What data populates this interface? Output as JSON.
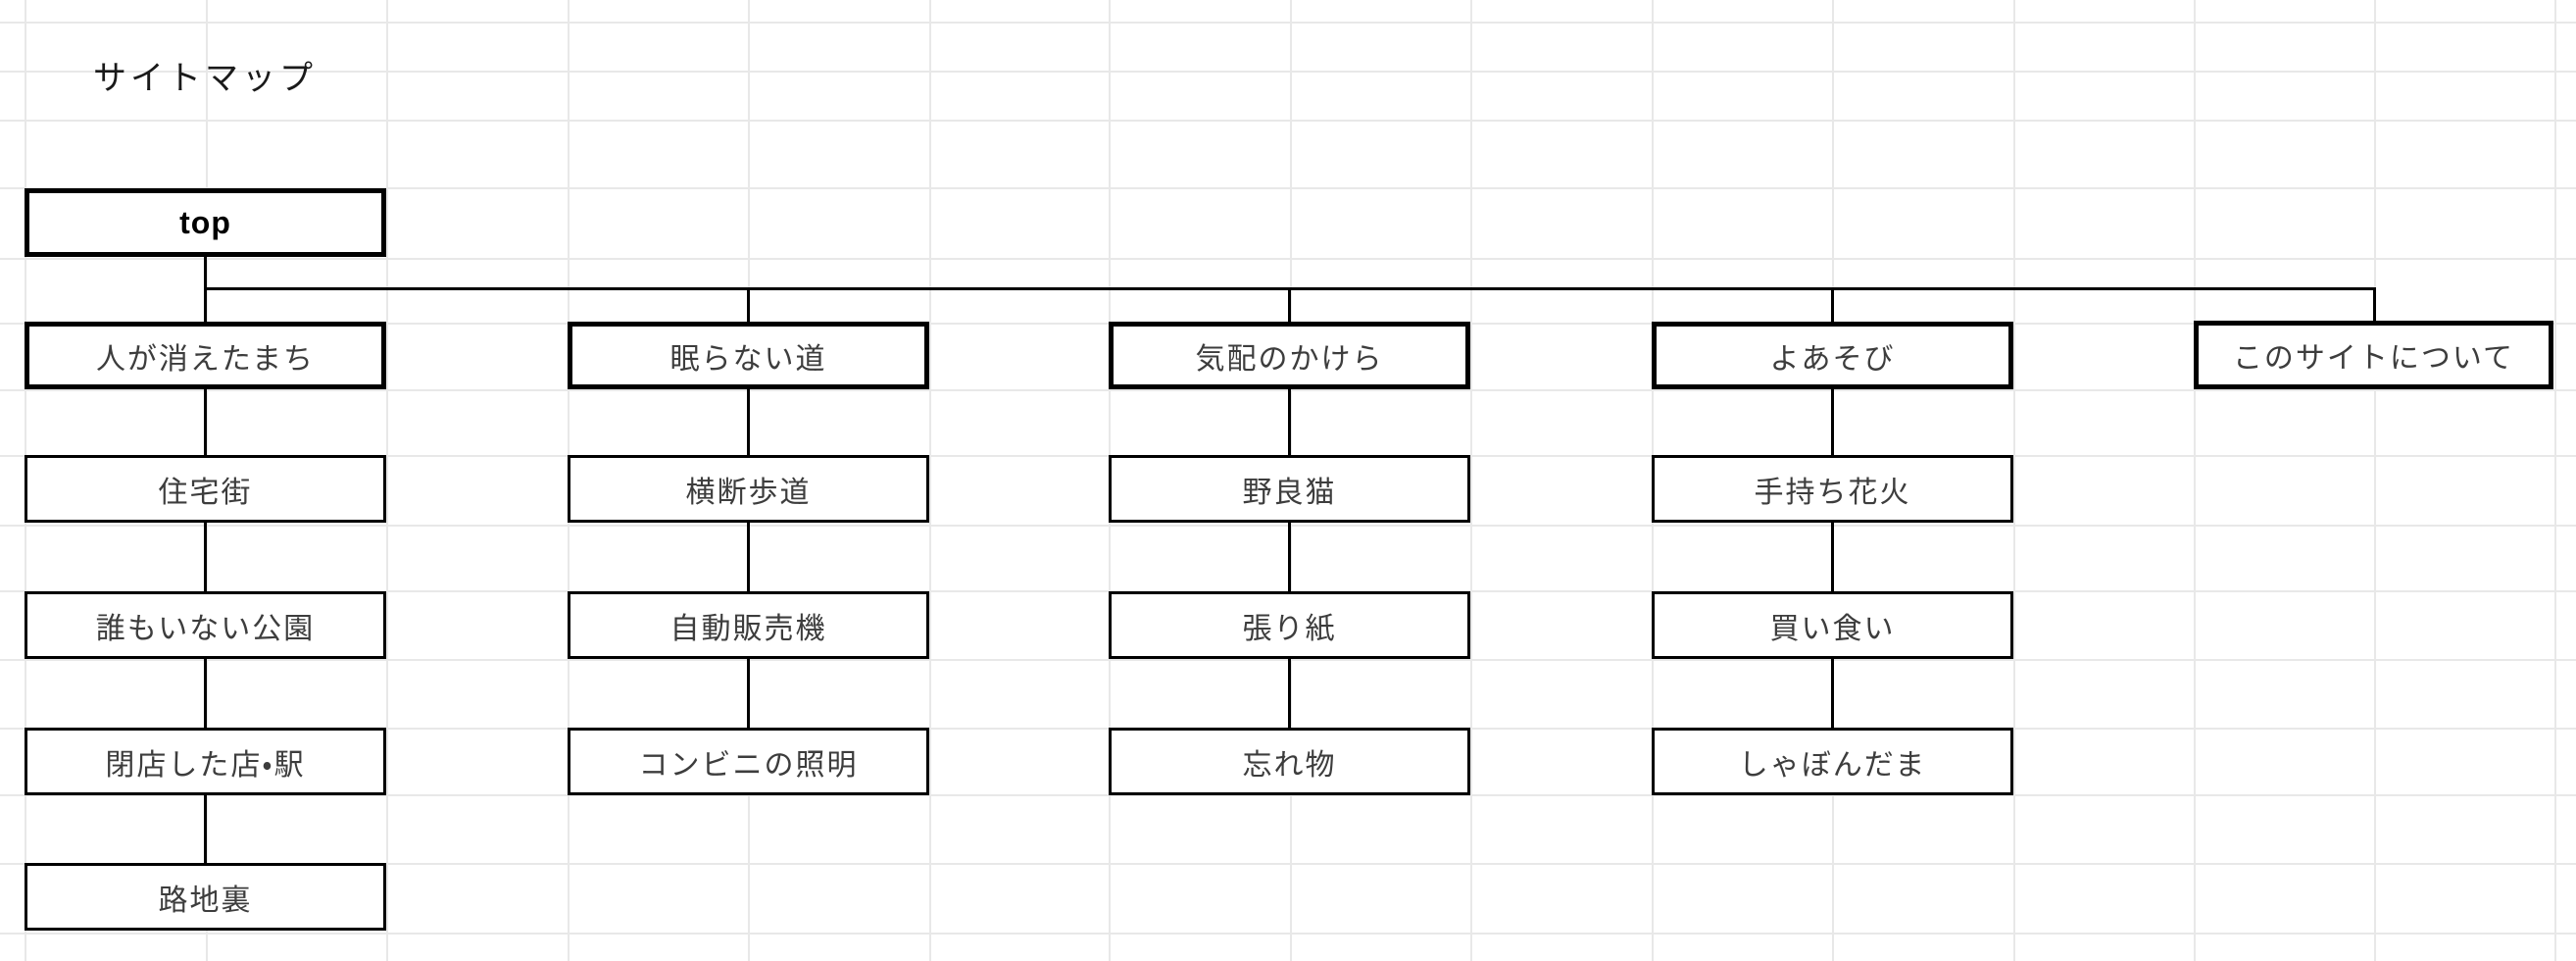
{
  "title": "サイトマップ",
  "root": {
    "label": "top"
  },
  "columns": [
    {
      "header": "人が消えたまち",
      "children": [
        "住宅街",
        "誰もいない公園",
        "閉店した店・駅",
        "路地裏"
      ]
    },
    {
      "header": "眠らない道",
      "children": [
        "横断歩道",
        "自動販売機",
        "コンビニの照明"
      ]
    },
    {
      "header": "気配のかけら",
      "children": [
        "野良猫",
        "張り紙",
        "忘れ物"
      ]
    },
    {
      "header": "よあそび",
      "children": [
        "手持ち花火",
        "買い食い",
        "しゃぼんだま"
      ]
    },
    {
      "header": "このサイトについて",
      "children": []
    }
  ],
  "colors": {
    "background": "#ffffff",
    "grid_line": "#e8e8e8",
    "box_border": "#000000",
    "connector": "#000000",
    "label_text": "#3d3d3d",
    "title_text": "#1a1a1a"
  }
}
